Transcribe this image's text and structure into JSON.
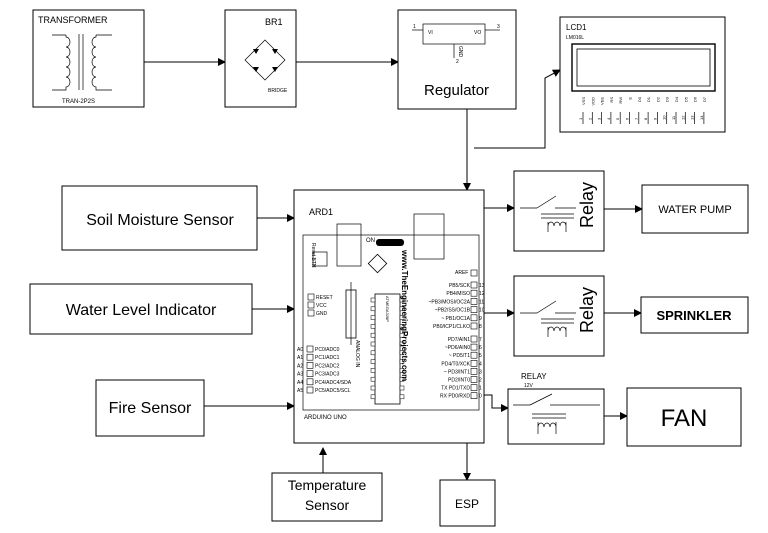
{
  "transformer": {
    "title": "TRANSFORMER",
    "part": "TRAN-2P2S"
  },
  "bridge": {
    "title": "BR1",
    "label": "BRIDGE"
  },
  "regulator": {
    "label": "Regulator",
    "pin_vi": "VI",
    "pin_vo": "VO",
    "pin_gnd": "GND",
    "pin1": "1",
    "pin2": "2",
    "pin3": "3"
  },
  "lcd": {
    "title": "LCD1",
    "model": "LM016L",
    "pins": [
      "VSS",
      "VDD",
      "VEE",
      "RS",
      "RW",
      "E",
      "D0",
      "D1",
      "D2",
      "D3",
      "D4",
      "D5",
      "D6",
      "D7"
    ]
  },
  "inputs": {
    "soil": "Soil  Moisture Sensor",
    "water": "Water Level Indicator",
    "fire": "Fire Sensor",
    "temp_line1": "Temperature",
    "temp_line2": "Sensor"
  },
  "arduino": {
    "title": "ARD1",
    "footer": "ARDUINO UNO",
    "website": "www.TheEngineeringProjects.com",
    "reset_btn": "Reset BTN",
    "on": "ON",
    "aref": "AREF",
    "analog_in": "ANALOG IN",
    "power_pins": [
      "RESET",
      "VCC",
      "GND"
    ],
    "analog_pins": [
      {
        "num": "A0",
        "name": "PC0/ADC0"
      },
      {
        "num": "A1",
        "name": "PC1/ADC1"
      },
      {
        "num": "A2",
        "name": "PC2/ADC2"
      },
      {
        "num": "A3",
        "name": "PC3/ADC3"
      },
      {
        "num": "A4",
        "name": "PC4/ADC4/SDA"
      },
      {
        "num": "A5",
        "name": "PC5/ADC5/SCL"
      }
    ],
    "digital_upper": [
      {
        "num": "13",
        "name": "PB5/SCK"
      },
      {
        "num": "12",
        "name": "PB4/MISO"
      },
      {
        "num": "11",
        "name": "~PB3/MOSI/OC2A"
      },
      {
        "num": "10",
        "name": "~PB2/SS/OC1B"
      },
      {
        "num": "9",
        "name": "~ PB1/OC1A"
      },
      {
        "num": "8",
        "name": "PB0/ICP1/CLKO"
      }
    ],
    "digital_lower": [
      {
        "num": "7",
        "name": "PD7/AIN1"
      },
      {
        "num": "6",
        "name": "~PD6/AIN0"
      },
      {
        "num": "5",
        "name": "~ PD5/T1"
      },
      {
        "num": "4",
        "name": "PD4/T0/XCK"
      },
      {
        "num": "3",
        "name": "~ PD3/INT1"
      },
      {
        "num": "2",
        "name": "PD2/INT0"
      },
      {
        "num": "1",
        "name": "TX PD1/TXD"
      },
      {
        "num": "0",
        "name": "RX PD0/RXD"
      }
    ]
  },
  "relays": [
    {
      "label": "Relay"
    },
    {
      "label": "Relay"
    },
    {
      "label": "RELAY",
      "sub": "12V"
    }
  ],
  "outputs": {
    "pump": "WATER PUMP",
    "sprinkler": "SPRINKLER",
    "fan": "FAN",
    "esp": "ESP"
  }
}
